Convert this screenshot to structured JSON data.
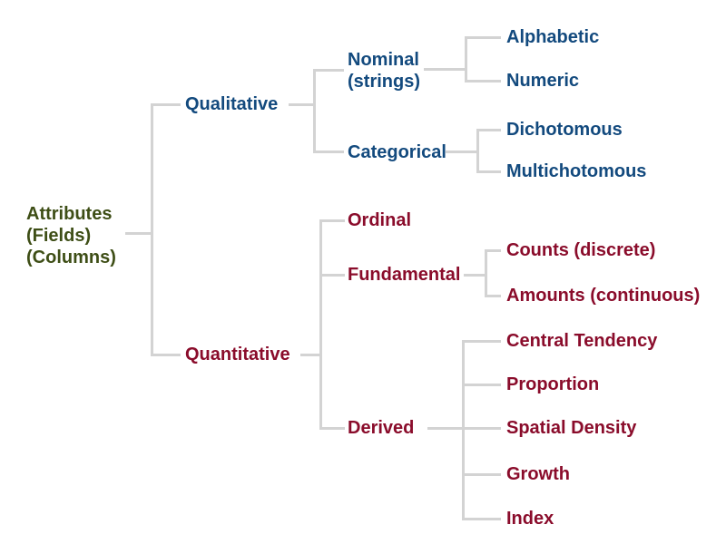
{
  "diagram": {
    "name": "attribute-types-tree"
  },
  "colors": {
    "background": "#ffffff",
    "root_text": "#3e4e16",
    "qualitative_text": "#134a7e",
    "quantitative_text": "#8a0c2b",
    "connector_line": "#d3d3d3"
  },
  "tree": {
    "label": "Attributes\n(Fields)\n(Columns)",
    "children": [
      {
        "label": "Qualitative",
        "children": [
          {
            "label": "Nominal\n(strings)",
            "children": [
              {
                "label": "Alphabetic"
              },
              {
                "label": "Numeric"
              }
            ]
          },
          {
            "label": "Categorical",
            "children": [
              {
                "label": "Dichotomous"
              },
              {
                "label": "Multichotomous"
              }
            ]
          }
        ]
      },
      {
        "label": "Quantitative",
        "children": [
          {
            "label": "Ordinal"
          },
          {
            "label": "Fundamental",
            "children": [
              {
                "label": "Counts (discrete)"
              },
              {
                "label": "Amounts (continuous)"
              }
            ]
          },
          {
            "label": "Derived",
            "children": [
              {
                "label": "Central Tendency"
              },
              {
                "label": "Proportion"
              },
              {
                "label": "Spatial Density"
              },
              {
                "label": "Growth"
              },
              {
                "label": "Index"
              }
            ]
          }
        ]
      }
    ]
  }
}
